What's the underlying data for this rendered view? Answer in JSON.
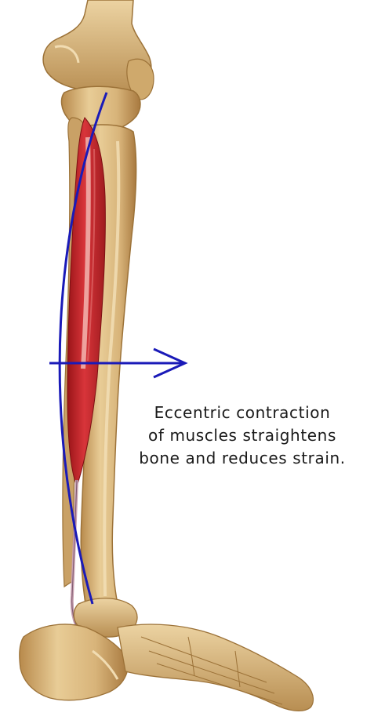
{
  "caption": {
    "lines": [
      "Eccentric contraction",
      "of muscles straightens",
      "bone and reduces strain."
    ]
  },
  "colors": {
    "bone": "#d9b77c",
    "bone_shadow": "#a87f45",
    "muscle": "#c8262b",
    "muscle_highlight": "#f2b6b0",
    "annotation": "#1a1ab8",
    "text": "#1a1a1a",
    "background": "#ffffff"
  },
  "icons": {
    "bend_arc": "blue-curved-line",
    "force_arrow": "blue-right-arrow"
  }
}
